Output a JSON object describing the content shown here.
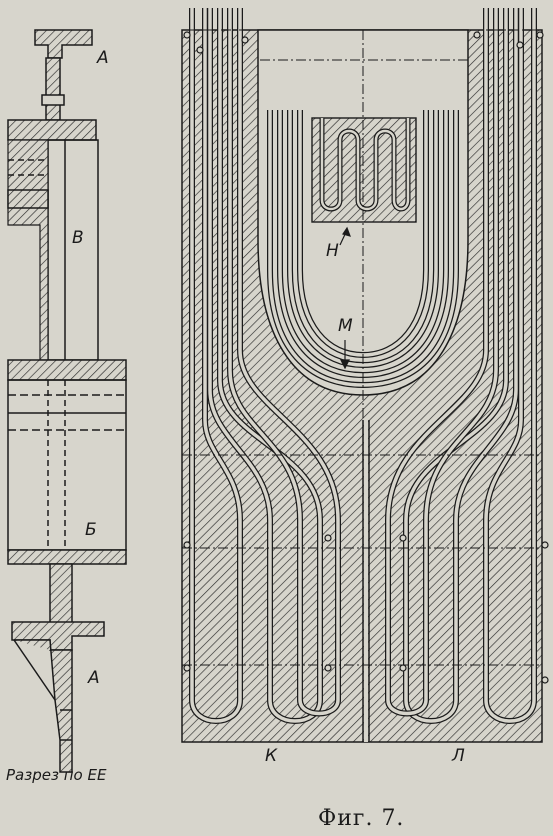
{
  "labels": {
    "A_top": "А",
    "B_mid": "В",
    "B_low": "Б",
    "A_bottom": "А",
    "H": "Н",
    "M": "М",
    "K": "К",
    "L": "Л"
  },
  "captions": {
    "section": "Разрез по ЕЕ",
    "figure": "Фиг. 7."
  },
  "colors": {
    "paper": "#d7d5cc",
    "ink": "#1b1b1b"
  }
}
